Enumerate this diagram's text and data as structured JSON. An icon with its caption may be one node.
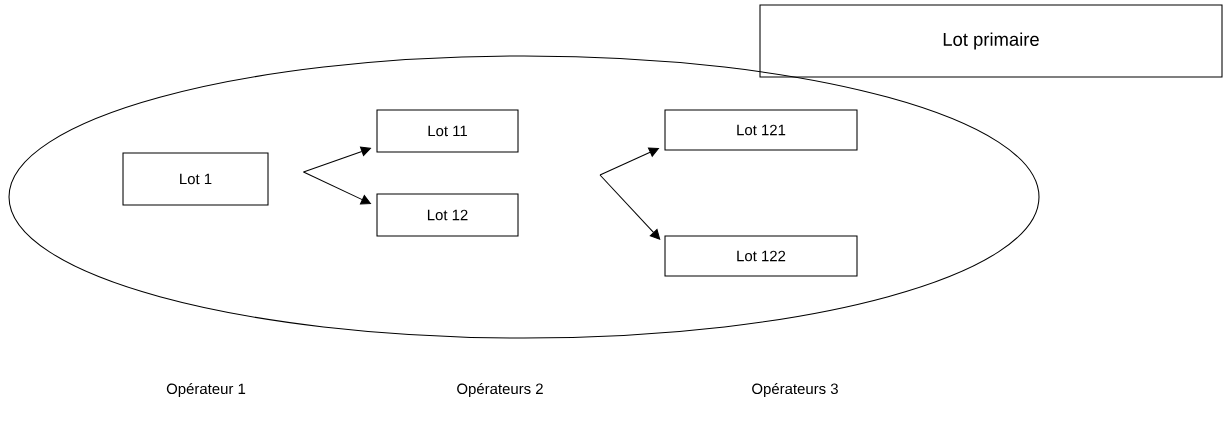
{
  "diagram": {
    "nodes": [
      {
        "text": [],
        "shape": "ellipse"
      },
      {
        "text": [
          "Lot 1"
        ],
        "in": 0
      },
      {
        "text": [
          "Lot 11"
        ],
        "in": 0
      },
      {
        "text": [
          "Lot 12"
        ],
        "in": 0
      },
      {
        "text": [
          "Lot 121"
        ],
        "in": 0
      },
      {
        "text": [
          "Lot 122"
        ],
        "in": 0
      },
      {
        "text": [
          "Lot primaire"
        ]
      }
    ],
    "edges": [
      {
        "from": 1,
        "to": 2,
        "arrow": "to"
      },
      {
        "from": 1,
        "to": 3,
        "arrow": "to"
      },
      {
        "from": null,
        "to": 4,
        "arrow": "to"
      },
      {
        "from": null,
        "to": 5,
        "arrow": "to"
      }
    ],
    "labels": [
      "Opérateur 1",
      "Opérateurs 2",
      "Opérateurs 3"
    ]
  }
}
